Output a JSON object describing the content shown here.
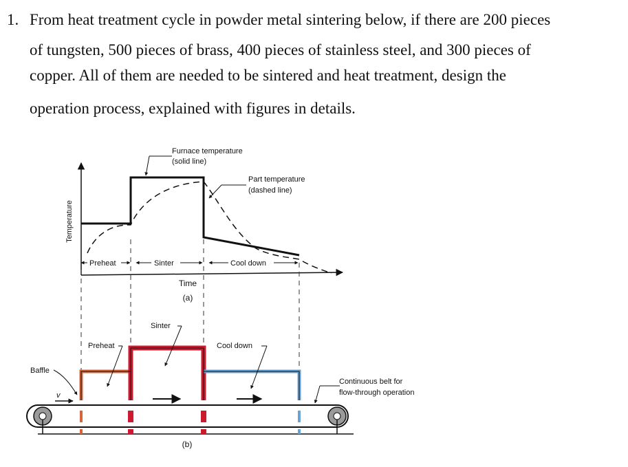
{
  "question": {
    "number": "1.",
    "lines": [
      "From heat treatment cycle in powder metal sintering below, if there are 200 pieces",
      "of tungsten, 500 pieces of brass, 400 pieces of stainless steel, and 300 pieces of",
      "copper. All of them are needed to be sintered and heat treatment, design the",
      "operation process, explained with figures in details."
    ]
  },
  "figure_a": {
    "y_axis_label": "Temperature",
    "x_axis_label": "Time",
    "caption": "(a)",
    "furnace_label_line1": "Furnace temperature",
    "furnace_label_line2": "(solid line)",
    "part_label_line1": "Part temperature",
    "part_label_line2": "(dashed line)",
    "stage_preheat": "Preheat",
    "stage_sinter": "Sinter",
    "stage_cooldown": "Cool down"
  },
  "figure_b": {
    "caption": "(b)",
    "label_preheat": "Preheat",
    "label_sinter": "Sinter",
    "label_cooldown": "Cool down",
    "label_baffle": "Baffle",
    "label_v": "v",
    "belt_label_line1": "Continuous belt for",
    "belt_label_line2": "flow-through operation"
  },
  "colors": {
    "preheat_zone": "#d9643a",
    "sinter_zone": "#cc1a2e",
    "cooldown_zone": "#6aa2d4",
    "line": "#111111"
  }
}
